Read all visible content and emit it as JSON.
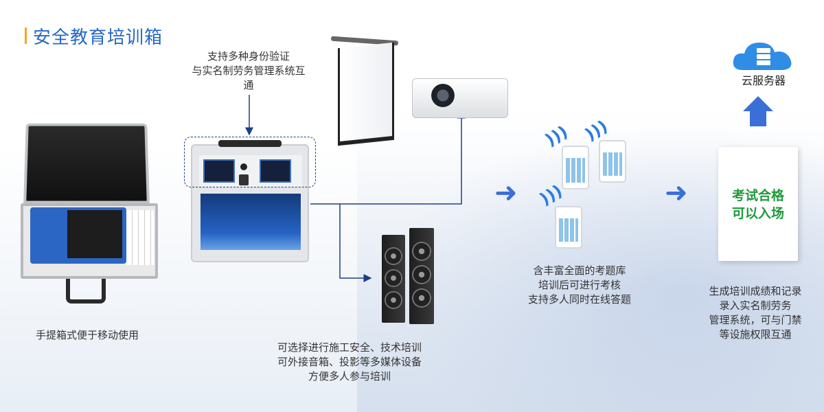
{
  "title": "安全教育培训箱",
  "captions": {
    "briefcase": "手提箱式便于移动使用",
    "identity": [
      "支持多种身份验证",
      "与实名制劳务管理系统互",
      "通"
    ],
    "media": [
      "可选择进行施工安全、技术培训",
      "可外接音箱、投影等多媒体设备",
      "方便多人参与培训"
    ],
    "exam": [
      "含丰富全面的考题库",
      "培训后可进行考核",
      "支持多人同时在线答题"
    ],
    "records": [
      "生成培训成绩和记录",
      "录入实名制劳务",
      "管理系统，可与门禁",
      "等设施权限互通"
    ]
  },
  "certificate": {
    "line1": "考试合格",
    "line2": "可以入场"
  },
  "cloud": {
    "label": "云服务器"
  },
  "colors": {
    "title": "#2467c8",
    "accent_bar": "#f5a623",
    "arrow": "#3a6fd8",
    "pass_text": "#1e9a3b",
    "check": "#d8142a",
    "cloud": "#2f8de6"
  }
}
